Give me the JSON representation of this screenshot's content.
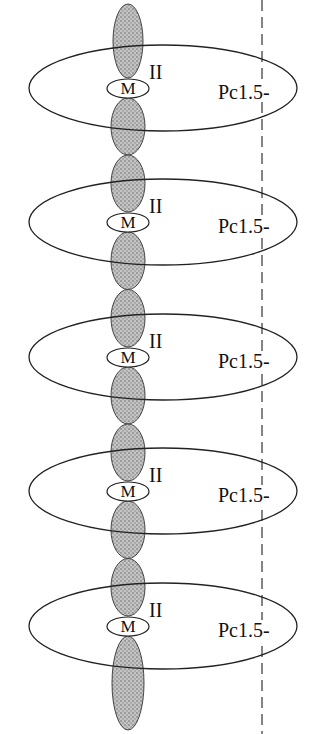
{
  "diagram": {
    "nodes": [
      {
        "text": [
          "Pc1.5-"
        ]
      },
      {
        "text": [
          "M",
          "II"
        ],
        "in": 0
      },
      {
        "text": [
          "Pc1.5-"
        ]
      },
      {
        "text": [
          "M",
          "II"
        ],
        "in": 2
      },
      {
        "text": [
          "Pc1.5-"
        ]
      },
      {
        "text": [
          "M",
          "II"
        ],
        "in": 4
      },
      {
        "text": [
          "Pc1.5-"
        ]
      },
      {
        "text": [
          "M",
          "II"
        ],
        "in": 6
      },
      {
        "text": [
          "Pc1.5-"
        ]
      },
      {
        "text": [
          "M",
          "II"
        ],
        "in": 8
      }
    ]
  }
}
